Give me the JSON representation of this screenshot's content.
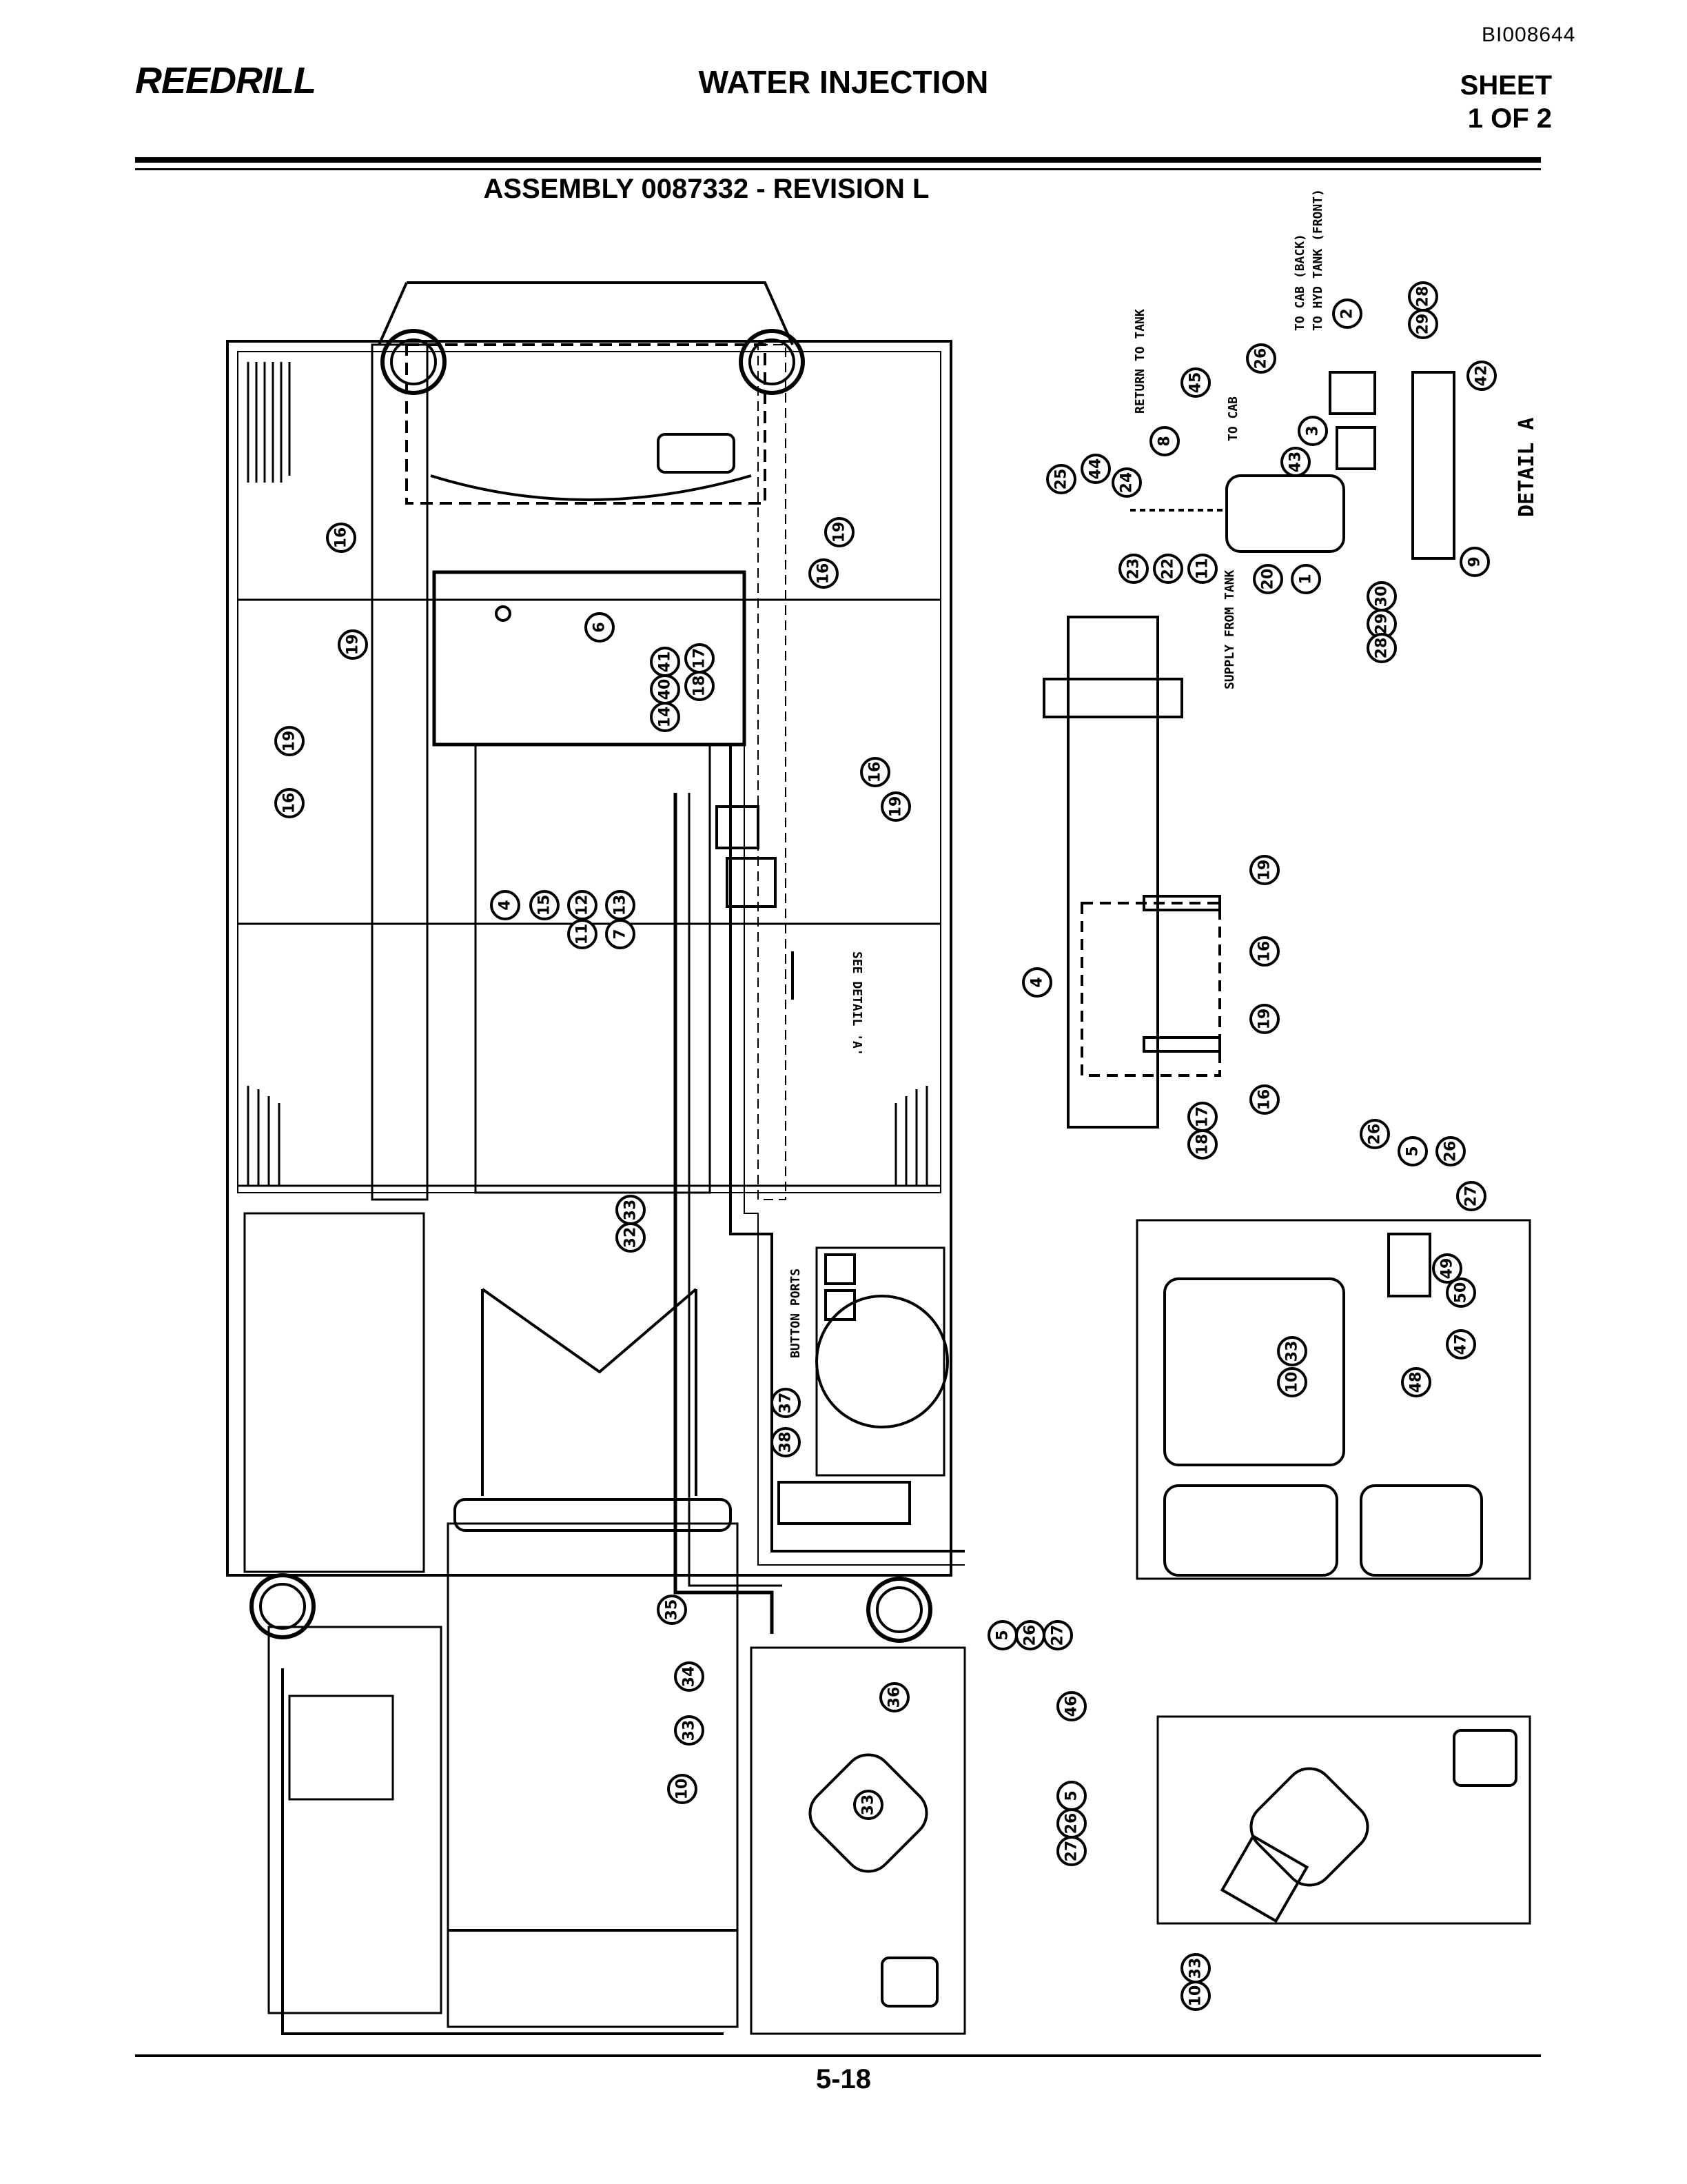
{
  "header": {
    "doc_id": "BI008644",
    "brand": "REEDRILL",
    "title": "WATER INJECTION",
    "sheet_line1": "SHEET",
    "sheet_line2": "1 OF 2",
    "assembly": "ASSEMBLY 0087332 -  REVISION L"
  },
  "footer": {
    "page_number": "5-18"
  },
  "labels": {
    "see_detail": "SEE DETAIL 'A'",
    "detail_a": "DETAIL A",
    "return_to_tank": "RETURN TO TANK",
    "to_cab": "TO CAB",
    "to_cab_back": "TO CAB (BACK)",
    "to_hyd_tank": "TO HYD TANK (FRONT)",
    "supply_from_tank": "SUPPLY FROM TANK",
    "button_ports": "BUTTON PORTS"
  },
  "callouts": [
    "16",
    "19",
    "19",
    "16",
    "6",
    "41",
    "40",
    "14",
    "17",
    "18",
    "16",
    "19",
    "16",
    "19",
    "4",
    "15",
    "12",
    "11",
    "13",
    "7",
    "33",
    "32",
    "37",
    "38",
    "35",
    "34",
    "36",
    "33",
    "10",
    "33",
    "5",
    "26",
    "27",
    "25",
    "44",
    "24",
    "8",
    "45",
    "26",
    "2",
    "28",
    "29",
    "3",
    "43",
    "42",
    "23",
    "22",
    "11",
    "20",
    "1",
    "30",
    "29",
    "28",
    "9",
    "19",
    "16",
    "19",
    "16",
    "17",
    "18",
    "4",
    "26",
    "5",
    "26",
    "27",
    "49",
    "50",
    "47",
    "48",
    "10",
    "33",
    "46",
    "5",
    "26",
    "27",
    "10",
    "33"
  ]
}
